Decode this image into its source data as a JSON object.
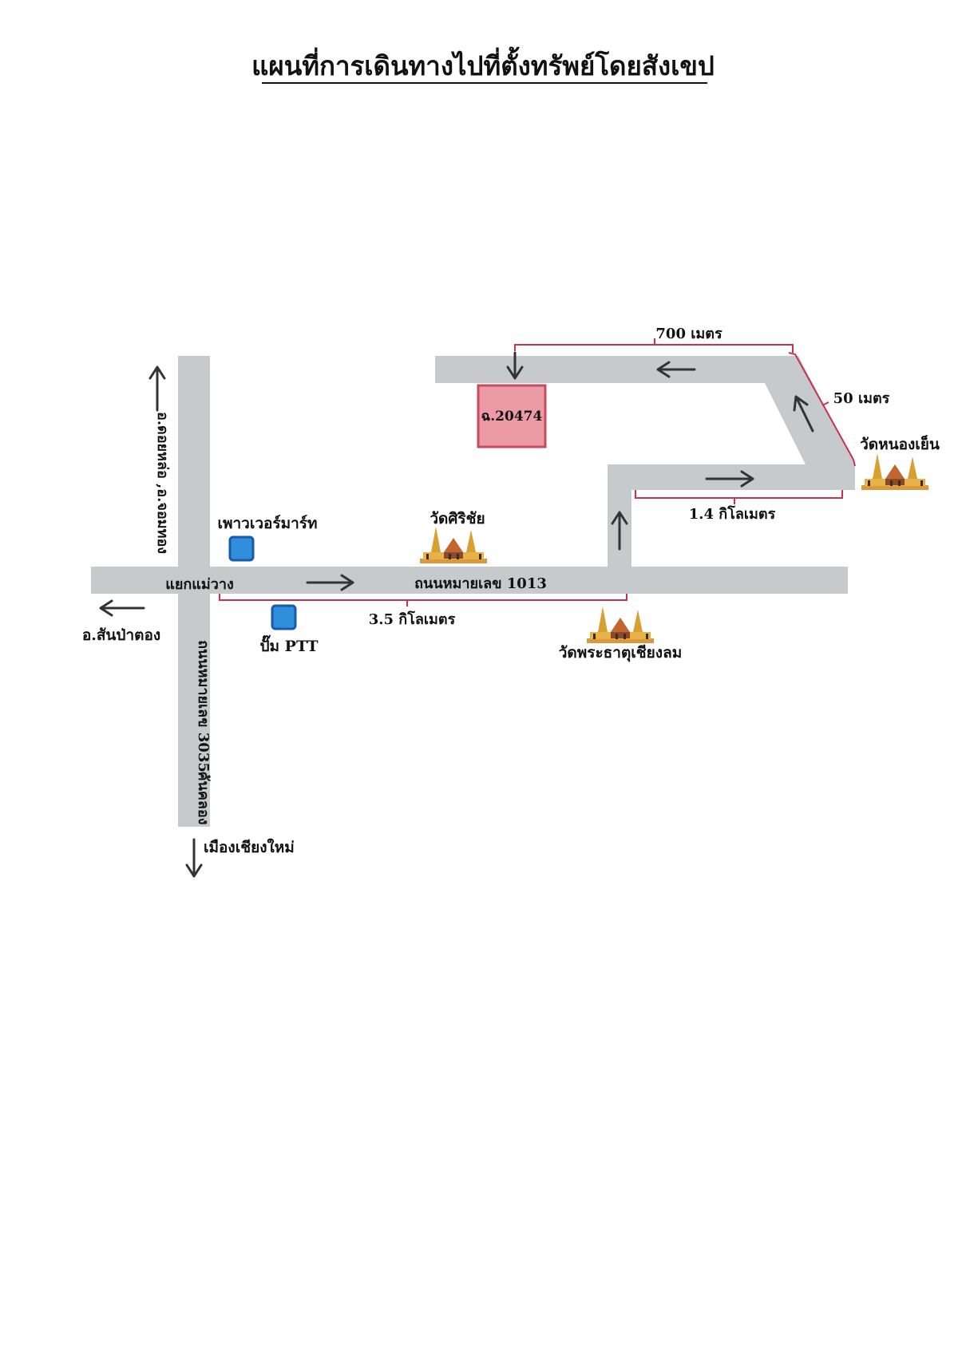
{
  "title": "แผนที่การเดินทางไปที่ตั้งทรัพย์โดยสังเขป",
  "colors": {
    "road": "#c6cacc",
    "route": "#c8334b",
    "plot_fill": "#ec9aa6",
    "plot_stroke": "#c94a5c",
    "marker_fill": "#2f8fdd",
    "marker_stroke": "#1a5aa8",
    "text": "#111111",
    "arrow": "#333333"
  },
  "roads": {
    "vertical_name": "ถนนหมายเลข 3035",
    "vertical_name_parts": [
      "คันคลอง",
      "หมายเลข 3035"
    ],
    "main_name": "ถนนหมายเลข 1013"
  },
  "places": {
    "junction": "แยกแม่วาง",
    "north_direction": "อ.ดอยหล่อ ,อ.จอมทอง",
    "south_direction": "เมืองเชียงใหม่",
    "west_direction": "อ.สันป่าตอง",
    "power_mart": "เพาวเวอร์มาร์ท",
    "ptt_station": "ปั๊ม PTT",
    "temple_siri_chai": "วัดศิริชัย",
    "temple_phra_that": "วัดพระธาตุเชียงลม",
    "temple_nong_yen": "วัดหนองเย็น",
    "plot_label": "ฉ.20474"
  },
  "distances": {
    "main_road": "3.5 กิโลเมตร",
    "east_road": "1.4 กิโลเมตร",
    "diagonal": "50 เมตร",
    "top_road": "700 เมตร"
  },
  "icons": {
    "temple": "temple-icon",
    "marker": "location-square-icon",
    "arrow": "arrow-icon"
  }
}
